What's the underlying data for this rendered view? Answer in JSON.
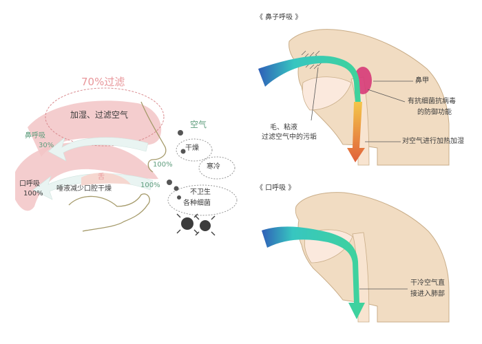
{
  "left_diagram": {
    "filter_pct": "70%过滤",
    "humidify": "加湿、过滤空气",
    "nose_breath": "鼻呼吸",
    "nose_pct": "30%",
    "mouth_breath": "口呼吸",
    "mouth_pct": "100%",
    "tongue": "舌",
    "saliva": "唾液减少口腔干燥",
    "pct_upper": "100%",
    "pct_lower": "100%",
    "air": "空气",
    "dry": "干燥",
    "cold": "寒冷",
    "unhygienic": "不卫生",
    "germs": "各种细菌"
  },
  "top_right": {
    "title": "《 鼻子呼吸 》",
    "turbinate": "鼻甲",
    "antibac_l1": "有抗细菌抗病毒",
    "antibac_l2": "的防御功能",
    "hair_l1": "毛、粘液",
    "hair_l2": "过滤空气中的污垢",
    "warm_humid": "对空气进行加热加湿"
  },
  "bottom_right": {
    "title": "《 口呼吸 》",
    "cold_air_l1": "干冷空气直",
    "cold_air_l2": "接进入肺部"
  },
  "colors": {
    "pink_band": "#f2c4c6",
    "arrow_start": "#2f5fb8",
    "arrow_mid": "#37c6c0",
    "arrow_end": "#3fd39a",
    "warm_start": "#f4c64a",
    "warm_end": "#e0603a",
    "turbinate": "#d63a78",
    "skin": "#f1dcc2",
    "mouth": "#fbe9dd"
  }
}
